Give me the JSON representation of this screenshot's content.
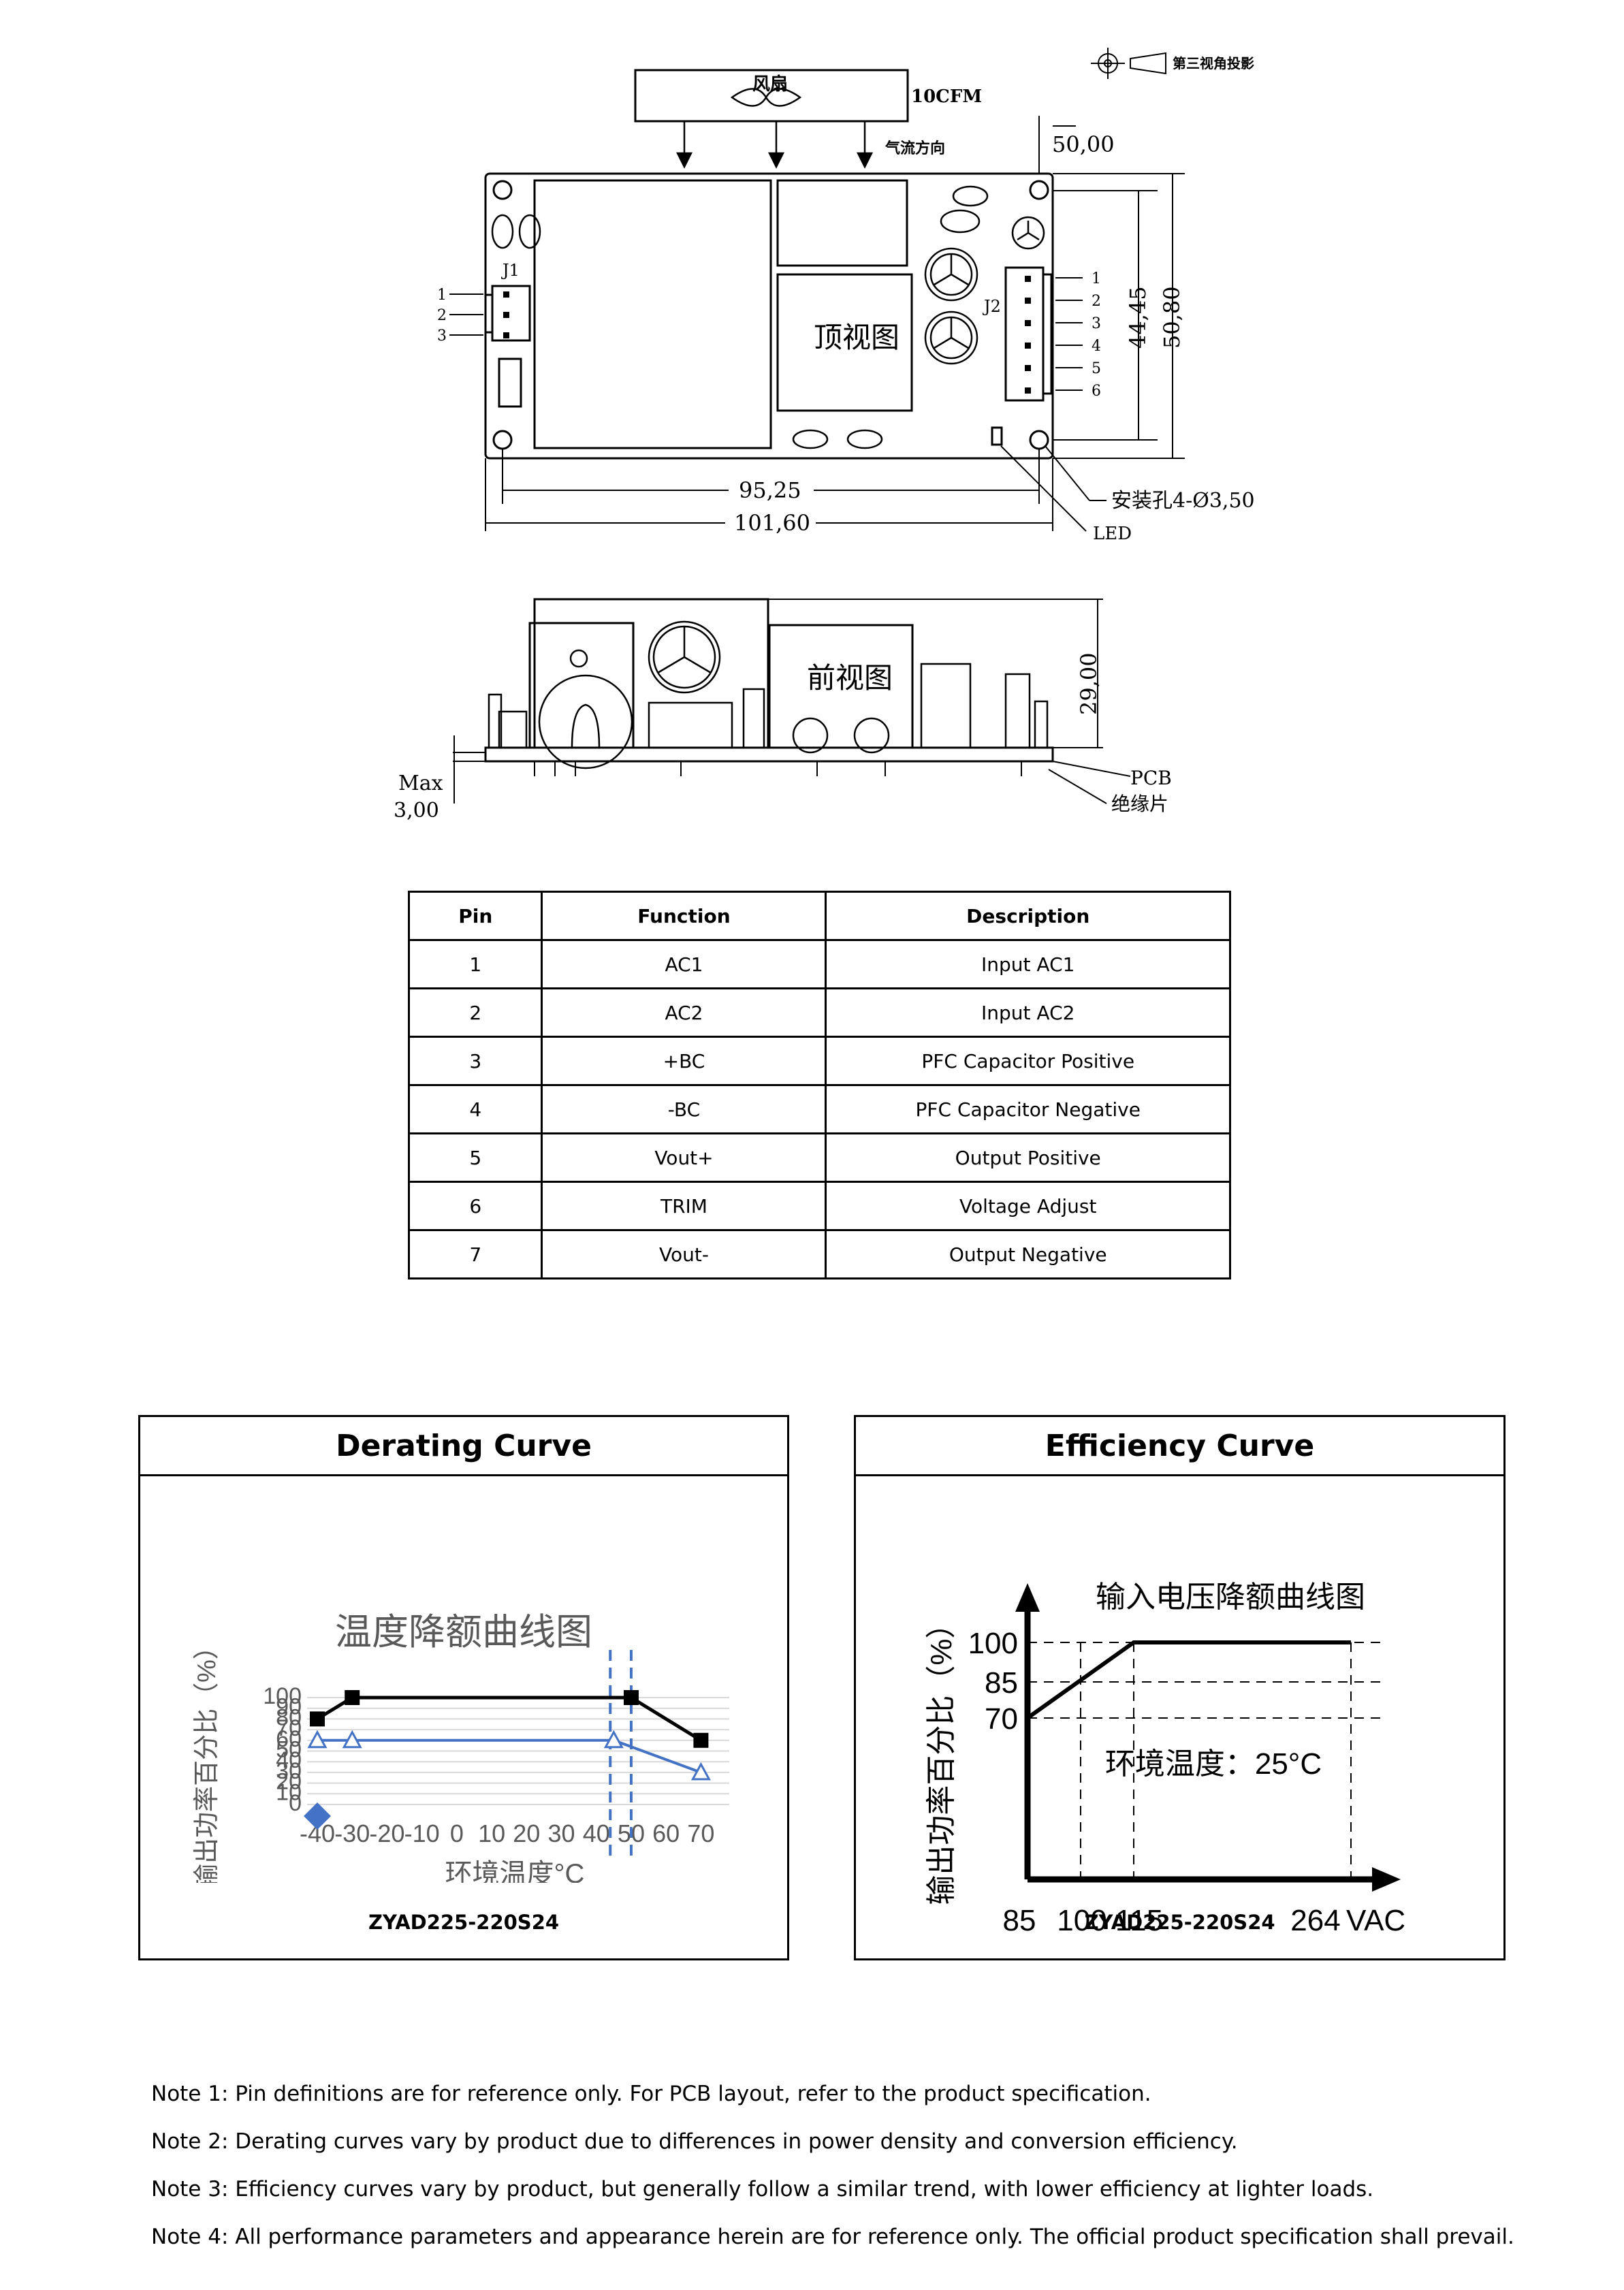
{
  "drawing": {
    "projection_label": "第三视角投影",
    "fan_label": "风扇",
    "fan_flow": "10CFM",
    "airflow_label": "气流方向",
    "dim_top_offset": "50,00",
    "top_view_label": "顶视图",
    "front_view_label": "前视图",
    "connector_j1": "J1",
    "connector_j2": "J2",
    "j1_pins": [
      "1",
      "2",
      "3"
    ],
    "j2_pins": [
      "1",
      "2",
      "3",
      "4",
      "5",
      "6"
    ],
    "dim_44_45": "44,45",
    "dim_50_80": "50,80",
    "dim_95_25": "95,25",
    "dim_101_60": "101,60",
    "mount_hole_label": "安装孔4-Ø3,50",
    "led_label": "LED",
    "dim_29_00": "29,00",
    "max_label": "Max",
    "max_value": "3,00",
    "pcb_label": "PCB",
    "insulation_label": "绝缘片"
  },
  "pin_table": {
    "headers": [
      "Pin",
      "Function",
      "Description"
    ],
    "rows": [
      [
        "1",
        "AC1",
        "Input AC1"
      ],
      [
        "2",
        "AC2",
        "Input AC2"
      ],
      [
        "3",
        "+BC",
        "PFC Capacitor Positive"
      ],
      [
        "4",
        "-BC",
        "PFC Capacitor Negative"
      ],
      [
        "5",
        "Vout+",
        "Output Positive"
      ],
      [
        "6",
        "TRIM",
        "Voltage Adjust"
      ],
      [
        "7",
        "Vout-",
        "Output Negative"
      ]
    ]
  },
  "derating": {
    "box_title": "Derating Curve",
    "model": "ZYAD225-220S24"
  },
  "efficiency": {
    "box_title": "Efficiency Curve",
    "model": "ZYAD225-220S24"
  },
  "chart_data": [
    {
      "type": "line",
      "title": "温度降额曲线图",
      "xlabel": "环境温度°C",
      "ylabel": "输出功率百分比（%）",
      "x_ticks": [
        "-40",
        "-30",
        "-20",
        "-10",
        "0",
        "10",
        "20",
        "30",
        "40",
        "50",
        "60",
        "70"
      ],
      "y_ticks": [
        "100",
        "90",
        "80",
        "70",
        "60",
        "50",
        "40",
        "30",
        "20",
        "10",
        "0"
      ],
      "xlim": [
        -40,
        70
      ],
      "ylim": [
        0,
        100
      ],
      "series": [
        {
          "x": [
            -40,
            -30,
            50,
            70
          ],
          "y": [
            80,
            100,
            100,
            60
          ],
          "color": "#000000",
          "marker": "square"
        },
        {
          "x": [
            -40,
            -30,
            45,
            70
          ],
          "y": [
            60,
            60,
            60,
            30
          ],
          "color": "#4472c4",
          "marker": "triangle"
        }
      ],
      "extra_point": {
        "x": -40,
        "y": -10,
        "color": "#4472c4",
        "marker": "diamond"
      },
      "vlines": [
        44,
        50
      ]
    },
    {
      "type": "line",
      "title": "输入电压降额曲线图",
      "xlabel": "VAC",
      "ylabel": "输出功率百分比（%）",
      "annotation": "环境温度：25°C",
      "x_ticks": [
        "85",
        "100",
        "115",
        "264"
      ],
      "y_ticks": [
        "100",
        "85",
        "70"
      ],
      "series": [
        {
          "x": [
            85,
            115,
            264
          ],
          "y": [
            70,
            100,
            100
          ],
          "color": "#000000"
        }
      ]
    }
  ],
  "notes": [
    "Note 1: Pin definitions are for reference only. For PCB layout, refer to the product specification.",
    "Note 2: Derating curves vary by product due to differences in power density and conversion efficiency.",
    "Note 3: Efficiency curves vary by product, but generally follow a similar trend, with lower efficiency at lighter loads.",
    "Note 4: All performance parameters and appearance herein are for reference only. The official product specification shall prevail."
  ]
}
